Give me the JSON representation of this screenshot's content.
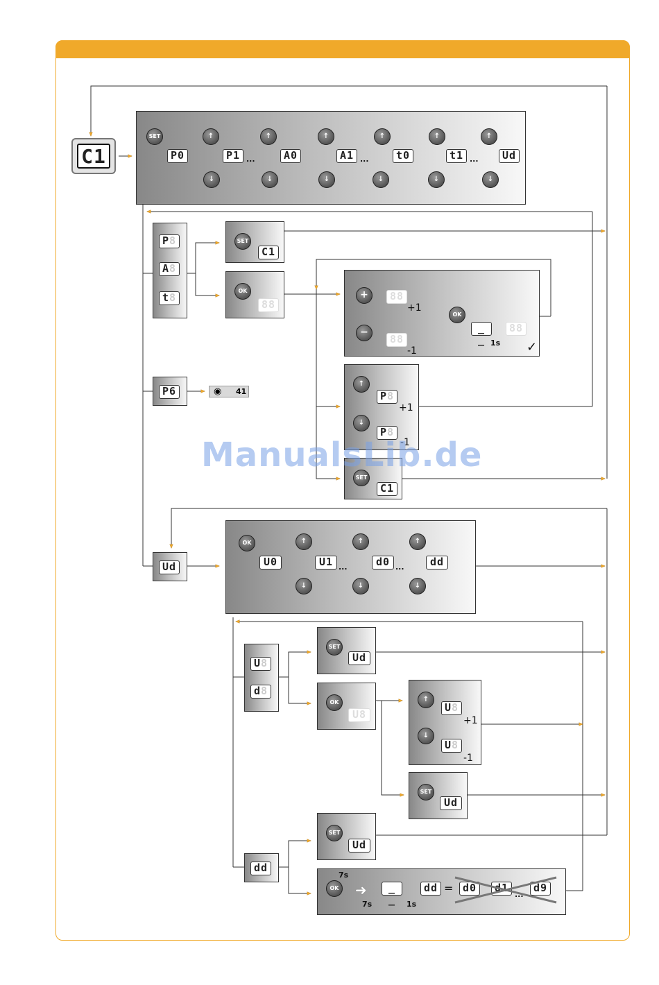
{
  "colors": {
    "accent": "#f0a92a",
    "line": "#333333",
    "panel_dark": "#888888",
    "panel_light": "#f8f8f8"
  },
  "watermark": "ManualsLib.de",
  "main_display": "C1",
  "buttons": {
    "set": "SET",
    "ok": "OK",
    "up": "↑",
    "down": "↓",
    "plus": "+",
    "minus": "−"
  },
  "top_panel": {
    "codes": [
      "P0",
      "P1",
      "A0",
      "A1",
      "t0",
      "t1",
      "Ud"
    ],
    "ellipsis": "..."
  },
  "param_panel": {
    "codes": [
      "P",
      "A",
      "t"
    ],
    "set_result": "C1",
    "ok_display": "88"
  },
  "adjust_panel": {
    "plus_display": "88",
    "plus_label": "+1",
    "minus_display": "88",
    "minus_label": "-1",
    "confirm_dash": "_ _",
    "confirm_display": "88",
    "confirm_time": "1s",
    "check": "✓"
  },
  "p_updown": {
    "code": "P",
    "plus_label": "+1",
    "minus_label": "-1",
    "set_result": "C1"
  },
  "p6": {
    "code": "P6",
    "ref": "41",
    "ref_icon": "eye-icon"
  },
  "ud_section": {
    "code": "Ud",
    "codes": [
      "U0",
      "U1",
      "d0",
      "dd"
    ],
    "ellipsis": "..."
  },
  "ud_params": {
    "codes": [
      "U",
      "d"
    ],
    "set_result": "Ud",
    "ok_display": "U8",
    "up_label": "+1",
    "down_label": "-1",
    "set_result2": "Ud"
  },
  "dd_section": {
    "code": "dd",
    "set_result": "Ud",
    "hold_time": "7s",
    "arrow_time": "7s",
    "dash": "_ _",
    "dash_time": "1s",
    "dd": "dd",
    "equals": "=",
    "crossed": [
      "d0",
      "d1",
      "d9"
    ],
    "ellipsis": "..."
  }
}
